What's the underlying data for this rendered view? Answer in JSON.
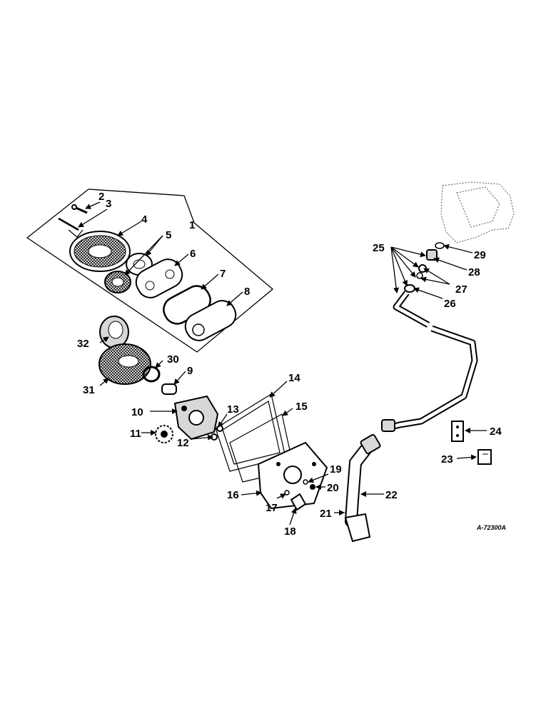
{
  "drawing_number": "A-72300A",
  "callouts": [
    "1",
    "2",
    "3",
    "4",
    "5",
    "6",
    "7",
    "8",
    "9",
    "10",
    "11",
    "12",
    "13",
    "14",
    "15",
    "16",
    "17",
    "18",
    "19",
    "20",
    "21",
    "22",
    "23",
    "24",
    "25",
    "26",
    "27",
    "28",
    "29",
    "30",
    "31",
    "32"
  ]
}
